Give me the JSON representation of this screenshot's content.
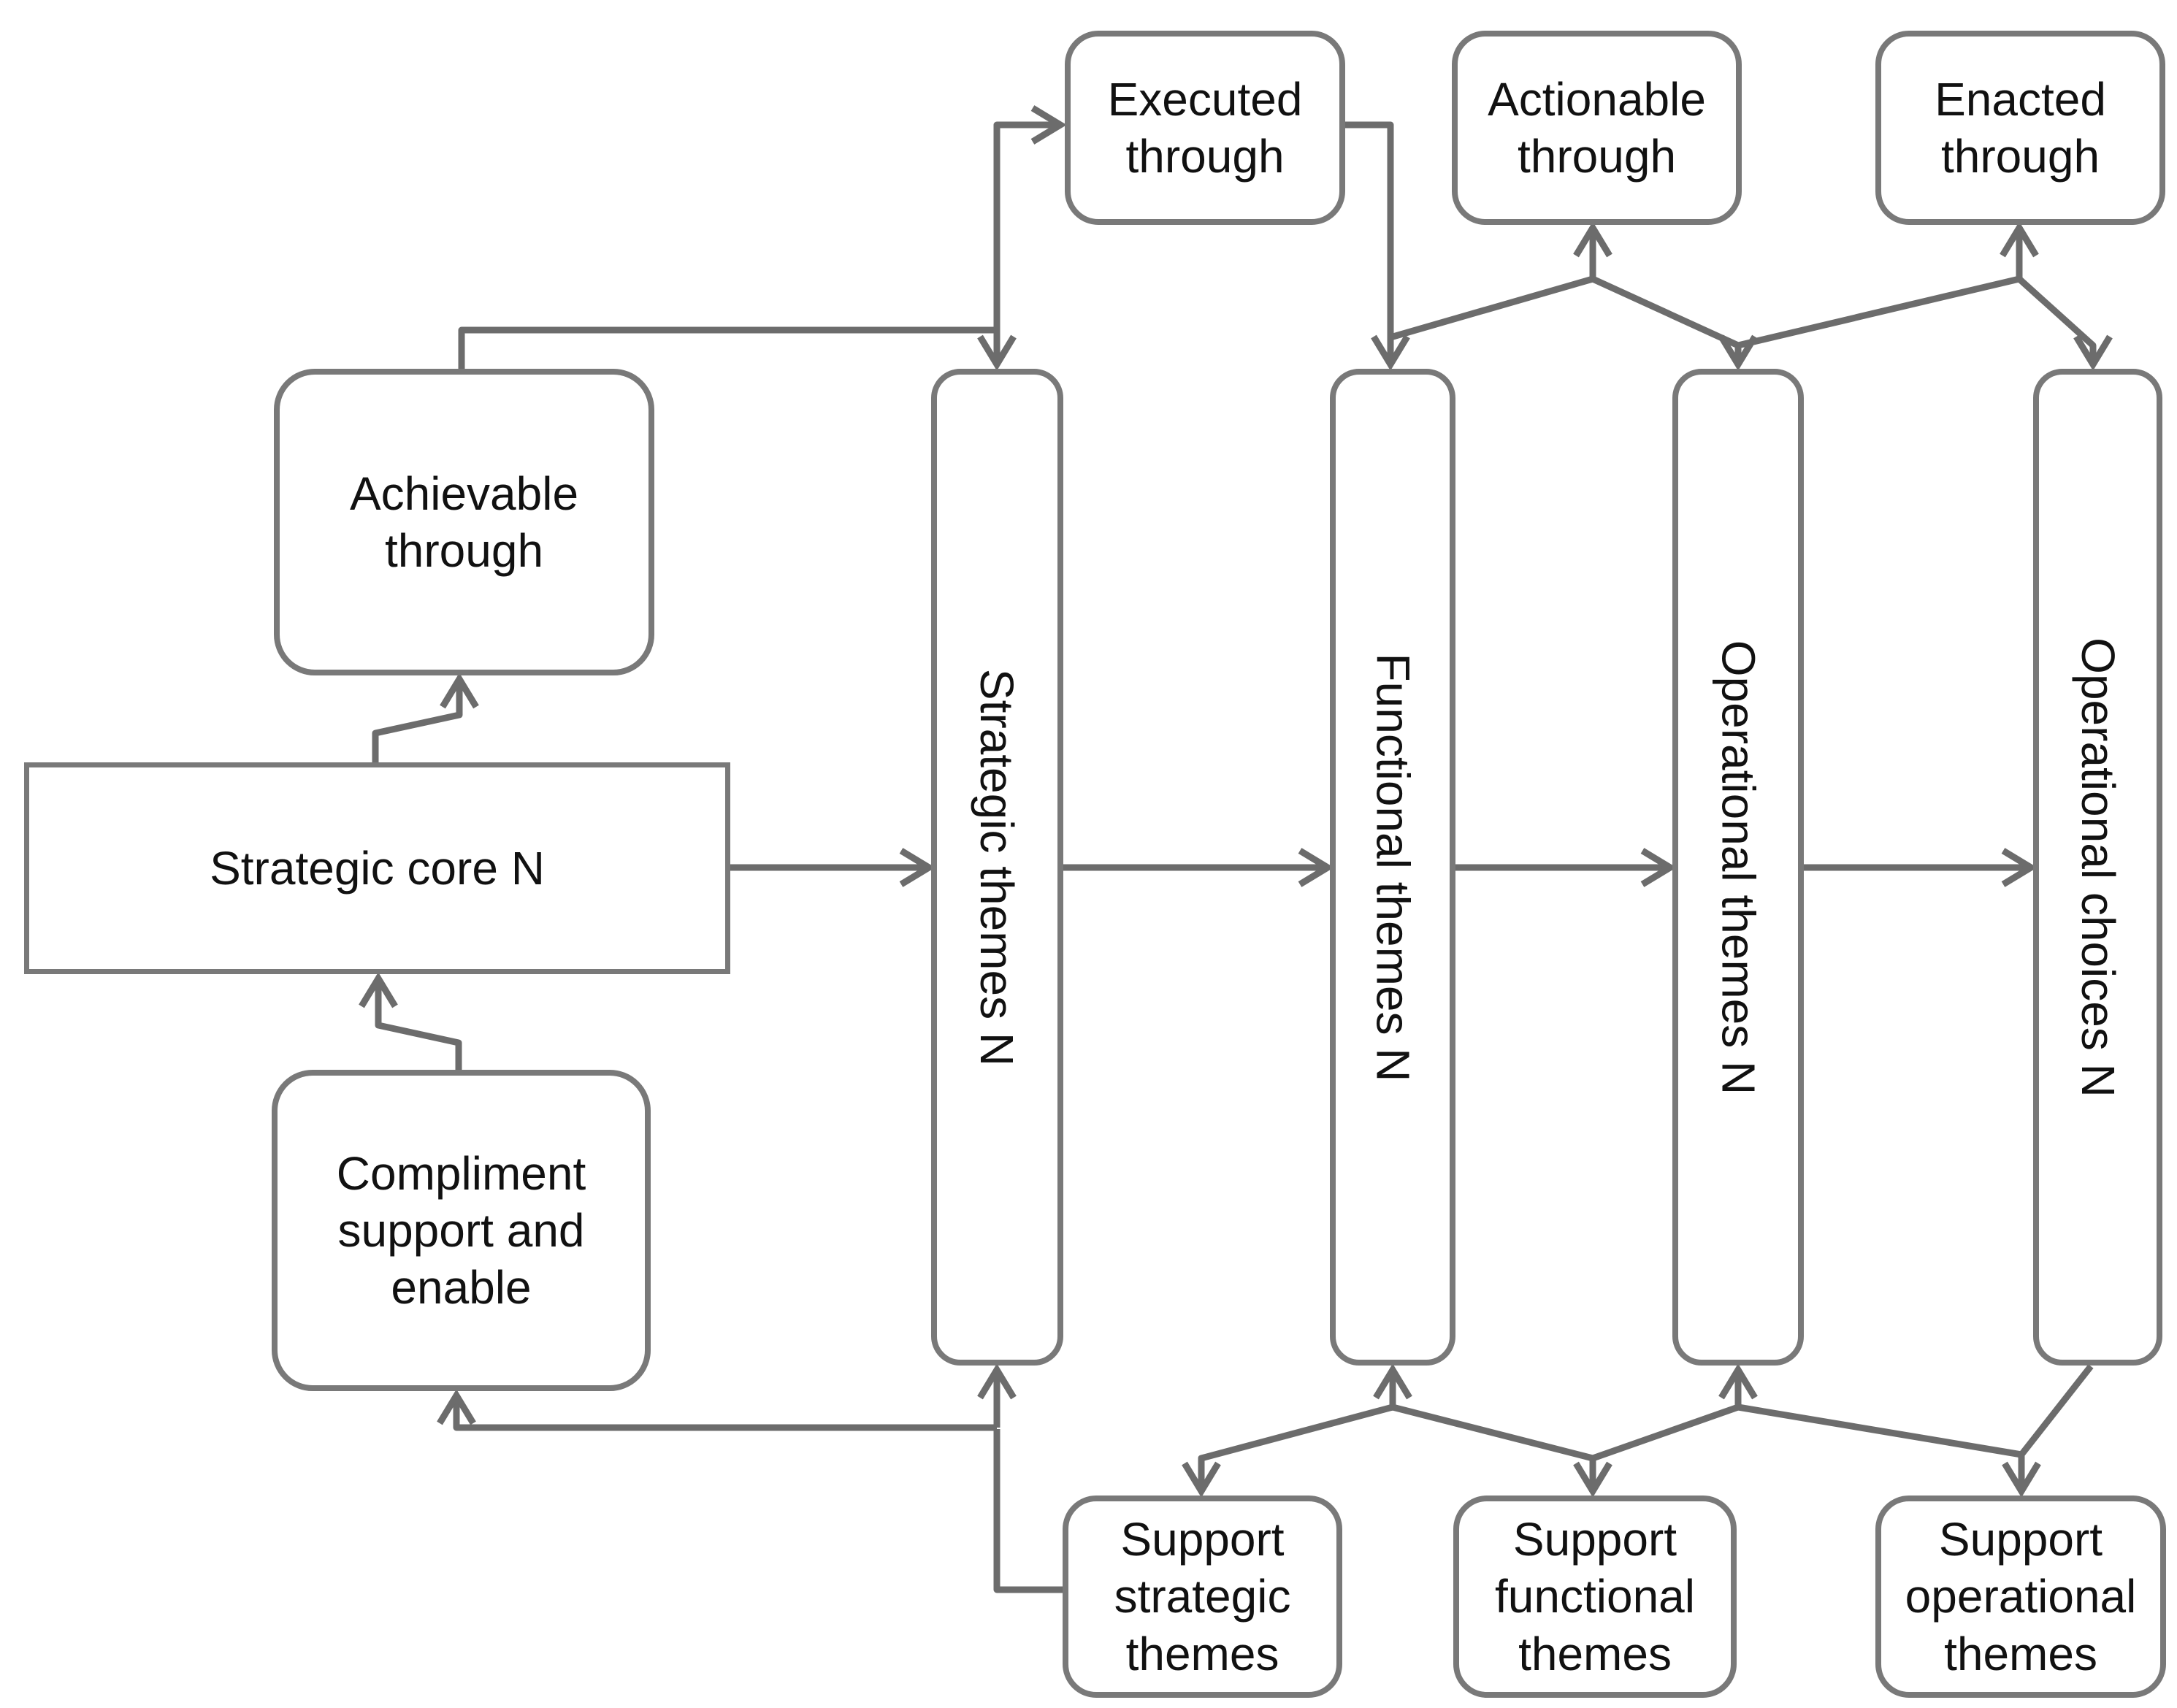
{
  "diagram": {
    "colors": {
      "background": "#ffffff",
      "box_stroke": "#797979",
      "connector_stroke": "#6c6c6c",
      "text": "#111111"
    },
    "nodes": {
      "achievable_through": {
        "label": "Achievable through"
      },
      "strategic_core": {
        "label": "Strategic core N"
      },
      "compliment_support": {
        "label": "Compliment support and enable"
      },
      "executed_through": {
        "label": "Executed through"
      },
      "actionable_through": {
        "label": "Actionable through"
      },
      "enacted_through": {
        "label": "Enacted through"
      },
      "strategic_themes": {
        "label": "Strategic themes N"
      },
      "functional_themes": {
        "label": "Functional themes N"
      },
      "operational_themes": {
        "label": "Operational themes N"
      },
      "operational_choices": {
        "label": "Operational choices N"
      },
      "support_strategic": {
        "label": "Support strategic themes"
      },
      "support_functional": {
        "label": "Support functional themes"
      },
      "support_operational": {
        "label": "Support operational themes"
      }
    },
    "edges": [
      {
        "from": "strategic_core",
        "to": "strategic_themes",
        "arrow": "to"
      },
      {
        "from": "strategic_themes",
        "to": "functional_themes",
        "arrow": "to"
      },
      {
        "from": "functional_themes",
        "to": "operational_themes",
        "arrow": "to"
      },
      {
        "from": "operational_themes",
        "to": "operational_choices",
        "arrow": "to"
      },
      {
        "from": "strategic_core",
        "to": "achievable_through",
        "arrow": "to"
      },
      {
        "from": "compliment_support",
        "to": "strategic_core",
        "arrow": "to"
      },
      {
        "from": "achievable_through",
        "to": "executed_through",
        "arrow": "to"
      },
      {
        "from": "achievable_through",
        "to": "strategic_themes",
        "arrow": "to"
      },
      {
        "from": "executed_through",
        "to": "functional_themes",
        "arrow": "to"
      },
      {
        "from": "functional_themes",
        "to": "actionable_through",
        "arrow": "to"
      },
      {
        "from": "actionable_through",
        "to": "operational_themes",
        "arrow": "to"
      },
      {
        "from": "operational_themes",
        "to": "enacted_through",
        "arrow": "to"
      },
      {
        "from": "enacted_through",
        "to": "operational_choices",
        "arrow": "to"
      },
      {
        "from": "support_strategic",
        "to": "strategic_themes",
        "arrow": "to"
      },
      {
        "from": "support_strategic",
        "to": "compliment_support",
        "arrow": "to"
      },
      {
        "from": "functional_themes",
        "to": "support_strategic",
        "arrow": "to"
      },
      {
        "from": "functional_themes",
        "to": "support_functional",
        "arrow": "to"
      },
      {
        "from": "operational_themes",
        "to": "support_functional",
        "arrow": "to"
      },
      {
        "from": "operational_themes",
        "to": "support_operational",
        "arrow": "to"
      },
      {
        "from": "operational_choices",
        "to": "support_operational",
        "arrow": "to"
      }
    ]
  }
}
